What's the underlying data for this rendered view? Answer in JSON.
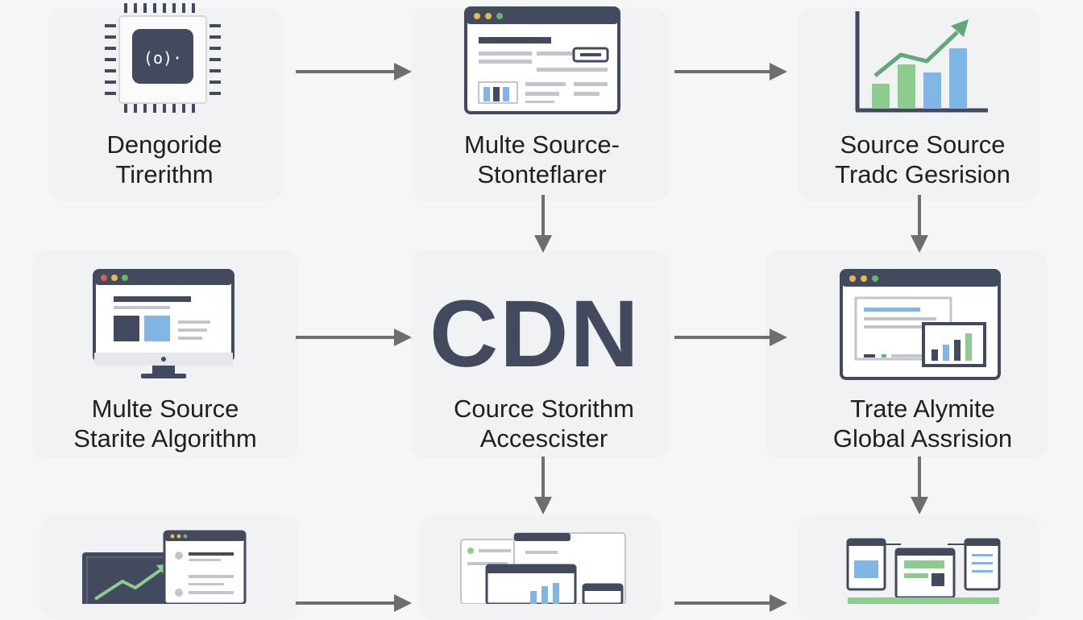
{
  "nodes": {
    "chip": {
      "line1": "Dengoride",
      "line2": "Tirerithm"
    },
    "browser_top": {
      "line1": "Multe Source-",
      "line2": "Stonteflarer"
    },
    "chart_top": {
      "line1": "Source Source",
      "line2": "Tradc Gesrision"
    },
    "monitor_mid": {
      "line1": "Multe Source",
      "line2": "Starite Algorithm"
    },
    "cdn_center": {
      "title": "CDN",
      "line1": "Cource Storithm",
      "line2": "Accescister"
    },
    "dashboard_mid": {
      "line1": "Trate Alymite",
      "line2": "Global Assrision"
    }
  },
  "chip_glyph": "(o)·",
  "colors": {
    "dark": "#434a5e",
    "blue": "#7fb6e6",
    "green": "#8ccc8f",
    "arrow": "#6e6e70",
    "red_dot": "#e05a4f",
    "yellow_dot": "#e8b84a",
    "green_dot": "#62b86a"
  }
}
